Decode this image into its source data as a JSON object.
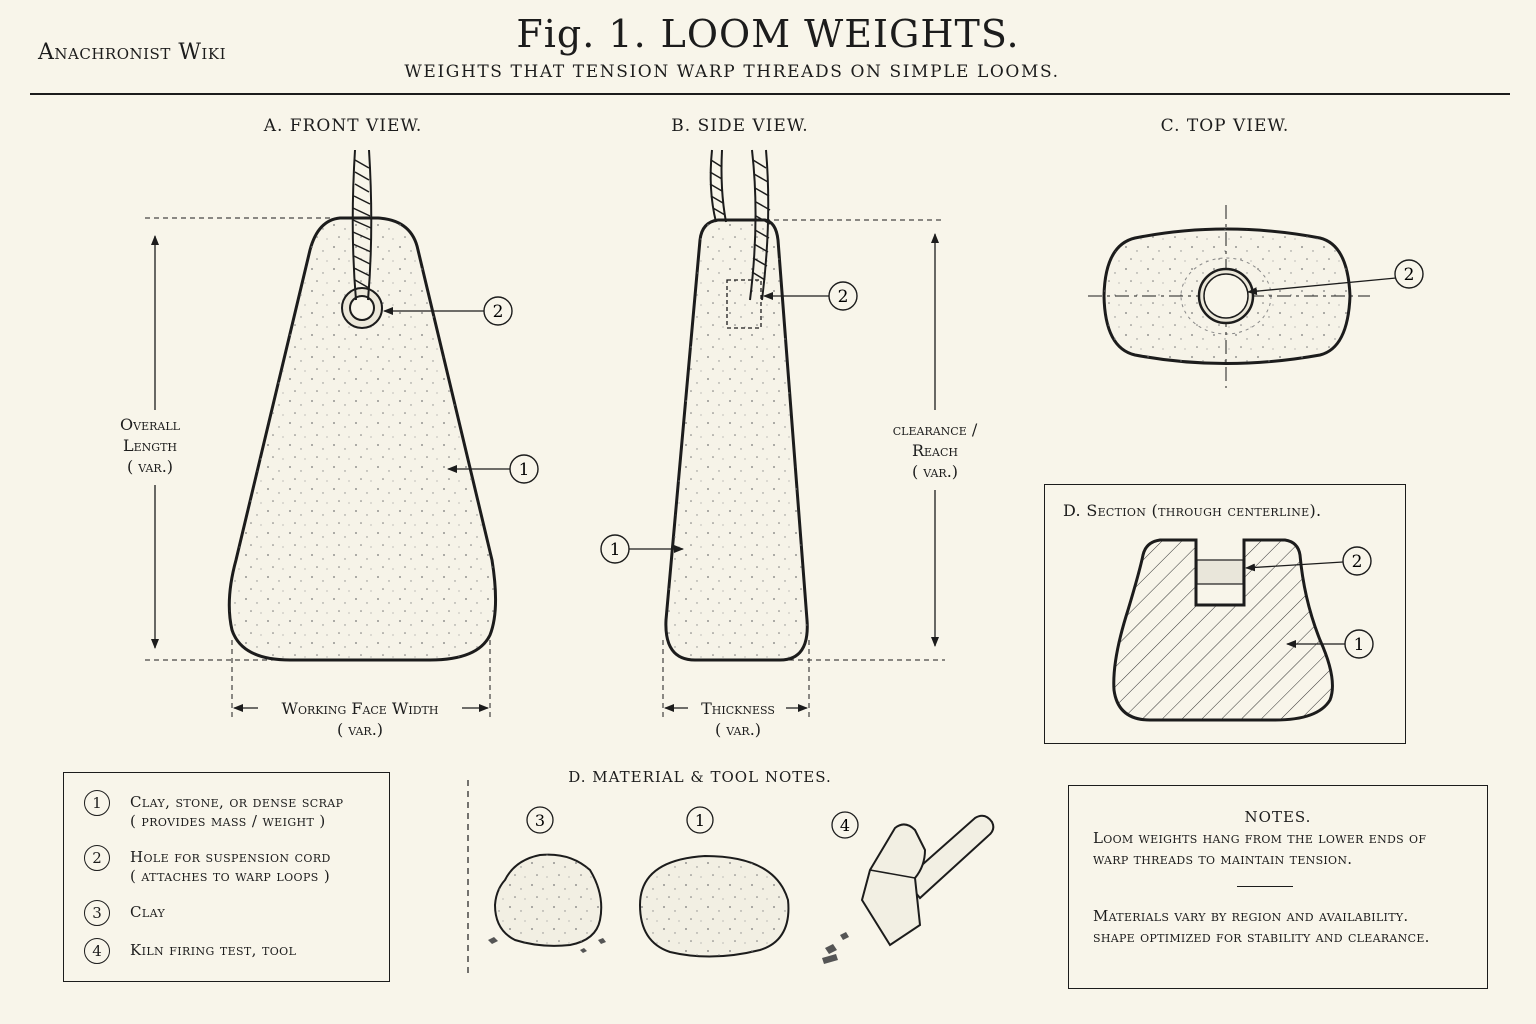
{
  "header": {
    "site_name": "Anachronist Wiki",
    "fig_number": "Fig. 1.",
    "fig_title": "LOOM WEIGHTS.",
    "subtitle": "weights that tension warp threads on simple looms."
  },
  "views": {
    "front": {
      "title": "A. Front view.",
      "dim_vertical": [
        "Overall",
        "Length",
        "( var.)"
      ],
      "dim_horizontal": [
        "Working Face Width",
        "( var.)"
      ],
      "callouts": [
        "2",
        "1"
      ]
    },
    "side": {
      "title": "B. Side view.",
      "dim_vertical": [
        "clearance /",
        "Reach",
        "( var.)"
      ],
      "dim_horizontal": [
        "Thickness",
        "( var.)"
      ],
      "callouts": [
        "2",
        "1"
      ]
    },
    "top": {
      "title": "C. Top view.",
      "callouts": [
        "2"
      ]
    },
    "section": {
      "title": "D. Section (through centerline).",
      "callouts": [
        "2",
        "1"
      ]
    }
  },
  "legend": [
    {
      "num": "1",
      "line1": "Clay, stone, or dense scrap",
      "line2": "( provides mass / weight )"
    },
    {
      "num": "2",
      "line1": "Hole for suspension cord",
      "line2": "( attaches to warp loops )"
    },
    {
      "num": "3",
      "line1": "Clay",
      "line2": ""
    },
    {
      "num": "4",
      "line1": "Kiln firing test, tool",
      "line2": ""
    }
  ],
  "materials": {
    "title": "d. material & tool notes.",
    "items": [
      "3",
      "1",
      "4"
    ]
  },
  "notes": {
    "title": "notes.",
    "p1": [
      "Loom weights hang from the lower ends of",
      "warp threads to maintain tension."
    ],
    "p2": [
      "Materials vary by region and availability.",
      "shape optimized for stability and clearance."
    ]
  },
  "colors": {
    "paper": "#f8f5ea",
    "ink": "#1c1c1c"
  }
}
